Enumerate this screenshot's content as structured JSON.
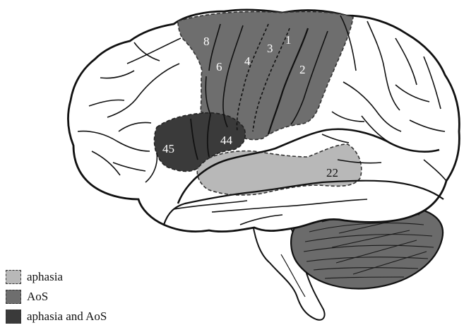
{
  "figure": {
    "colors": {
      "aphasia": "#b8b8b8",
      "aos": "#6e6e6e",
      "both": "#3a3a3a",
      "outline": "#111111",
      "cerebellum": "#6b6b6b"
    },
    "areas": {
      "a1": "1",
      "a2": "2",
      "a3": "3",
      "a4": "4",
      "a6": "6",
      "a8": "8",
      "a22": "22",
      "a44": "44",
      "a45": "45"
    }
  },
  "legend": {
    "items": [
      {
        "label": "aphasia",
        "color_key": "aphasia"
      },
      {
        "label": "AoS",
        "color_key": "aos"
      },
      {
        "label": "aphasia and AoS",
        "color_key": "both"
      }
    ]
  }
}
